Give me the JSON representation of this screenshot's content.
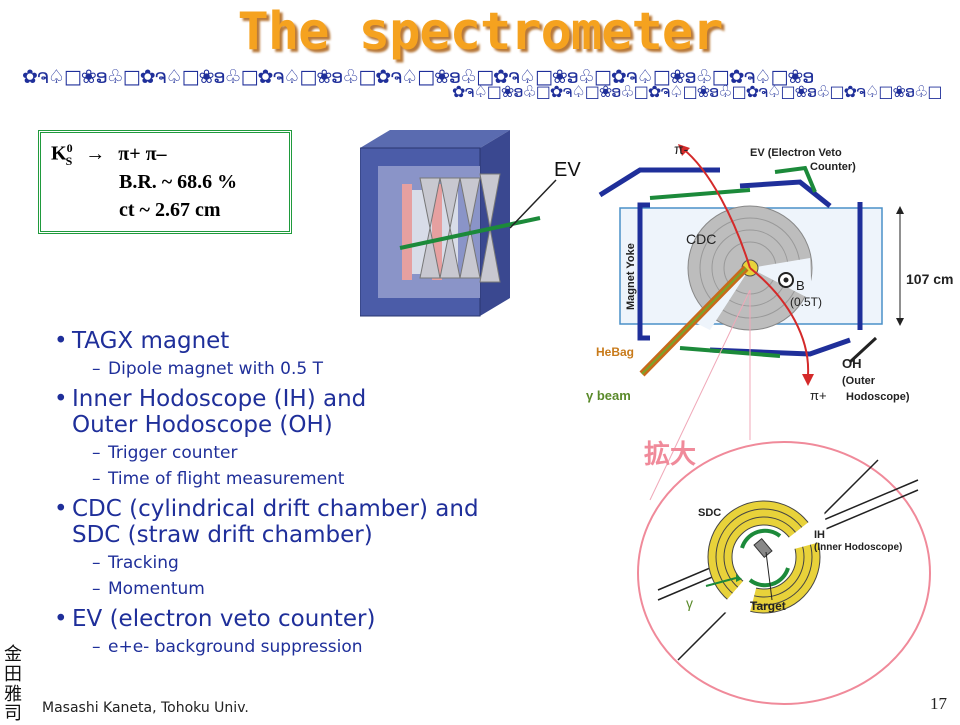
{
  "slide": {
    "title": "The spectrometer",
    "footer_author": "Masashi Kaneta, Tohoku Univ.",
    "page_number": "17",
    "signature_chars": [
      "金",
      "田",
      "雅",
      "司"
    ]
  },
  "decay_box": {
    "particle": "K",
    "particle_sup": "0",
    "particle_sub": "S",
    "arrow": "→",
    "products": "π+ π–",
    "branching_ratio": "B.R. ~ 68.6 %",
    "ct": "ct ~ 2.67 cm"
  },
  "bullets": [
    {
      "text": "TAGX magnet",
      "subs": [
        "Dipole magnet with 0.5 T"
      ]
    },
    {
      "text": "Inner Hodoscope (IH) and",
      "text2": "Outer Hodoscope (OH)",
      "subs": [
        "Trigger counter",
        "Time of flight measurement"
      ]
    },
    {
      "text": "CDC (cylindrical drift chamber) and",
      "text2": "SDC (straw drift chamber)",
      "subs": [
        "Tracking",
        "Momentum"
      ]
    },
    {
      "text": "EV (electron veto counter)",
      "subs": [
        "e+e- background suppression"
      ]
    }
  ],
  "magnet_figure": {
    "ev_label": "EV"
  },
  "schematic": {
    "pi_minus": "π-",
    "pi_plus": "π+",
    "ev_label_1": "EV (Electron Veto",
    "ev_label_2": "Counter)",
    "cdc": "CDC",
    "b_label": "B",
    "b_value": "(0.5T)",
    "magnet_yoke": "Magnet Yoke",
    "height": "107 cm",
    "hebag": "HeBag",
    "gamma_beam": "γ beam",
    "oh_1": "OH",
    "oh_2": "(Outer",
    "oh_3": "Hodoscope)"
  },
  "zoom": {
    "label": "拡大",
    "sdc": "SDC",
    "ih_1": "IH",
    "ih_2": "(Inner Hodoscope)",
    "target": "Target",
    "gamma": "γ"
  },
  "colors": {
    "title": "#f5a21f",
    "bullet_text": "#1f2f9a",
    "box_border": "#1f9a3c",
    "zoom_label": "#f08a9a"
  }
}
